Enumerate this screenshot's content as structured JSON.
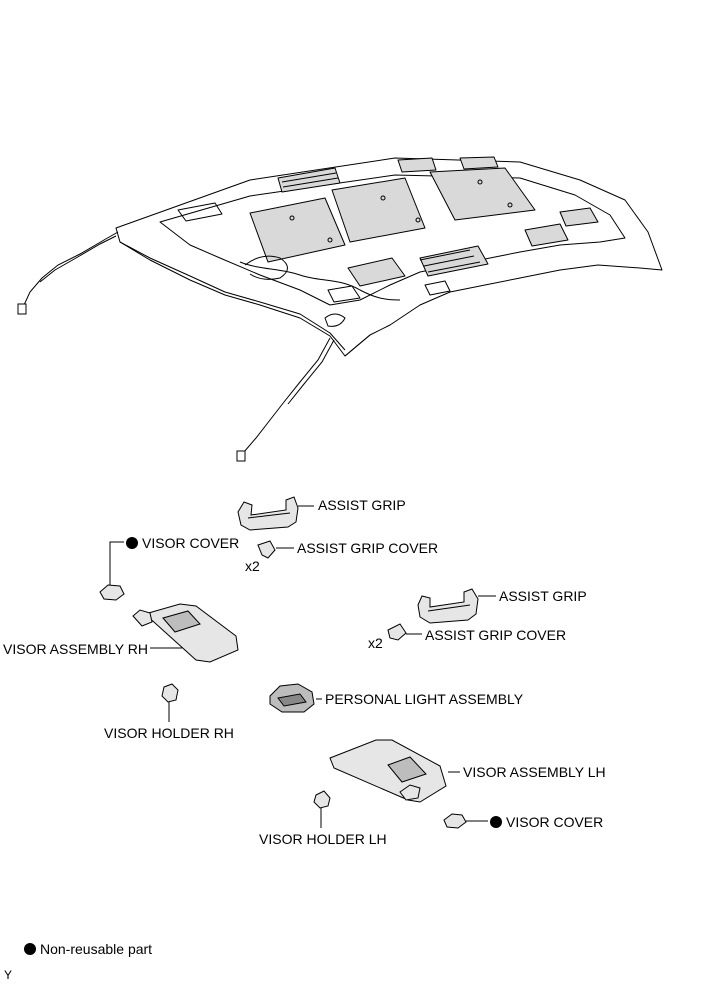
{
  "labels": {
    "assist_grip_upper": "ASSIST GRIP",
    "assist_grip_cover_upper": "ASSIST GRIP COVER",
    "qty_upper": "x2",
    "visor_cover_rh": "VISOR COVER",
    "visor_assembly_rh": "VISOR ASSEMBLY RH",
    "visor_holder_rh": "VISOR HOLDER RH",
    "assist_grip_lower": "ASSIST GRIP",
    "assist_grip_cover_lower": "ASSIST GRIP COVER",
    "qty_lower": "x2",
    "personal_light": "PERSONAL LIGHT ASSEMBLY",
    "visor_assembly_lh": "VISOR ASSEMBLY LH",
    "visor_holder_lh": "VISOR HOLDER LH",
    "visor_cover_lh": "VISOR COVER"
  },
  "legend": {
    "non_reusable": "Non-reusable part"
  },
  "footer": {
    "code": "Y"
  },
  "colors": {
    "line": "#000000",
    "part_fill": "#e6e6e6",
    "panel_fill": "#d9d9d9",
    "marker": "#000000"
  }
}
